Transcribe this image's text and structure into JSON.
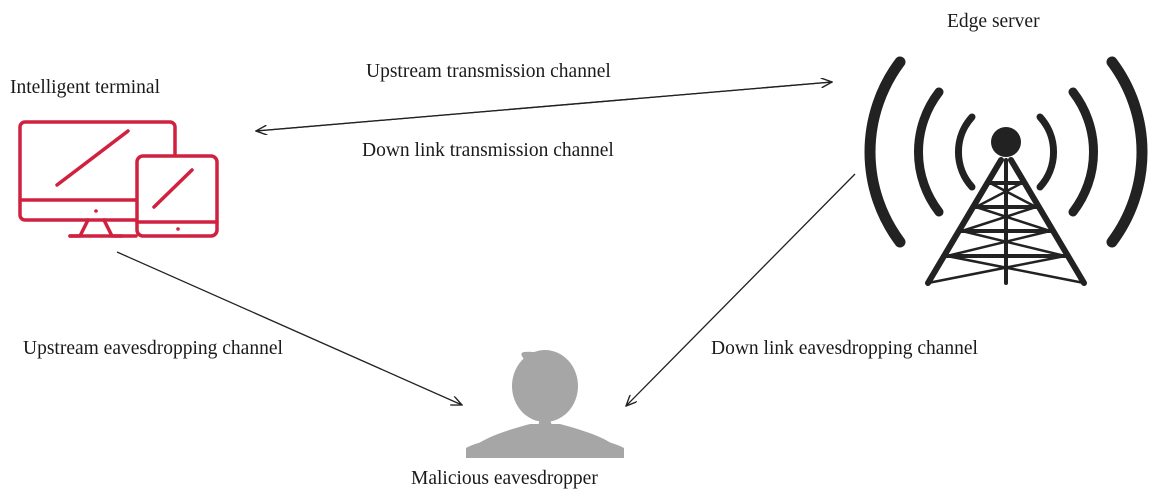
{
  "nodes": {
    "terminal": {
      "label": "Intelligent terminal",
      "icon": "monitor-tablet-icon",
      "color": "#d0213f"
    },
    "server": {
      "label": "Edge server",
      "icon": "radio-tower-icon",
      "color": "#222222"
    },
    "eavesdropper": {
      "label": "Malicious eavesdropper",
      "icon": "person-silhouette-icon",
      "color": "#a6a6a6"
    }
  },
  "channels": {
    "upstream_transmission": "Upstream transmission channel",
    "downlink_transmission": "Down link transmission channel",
    "upstream_eavesdropping": "Upstream eavesdropping channel",
    "downlink_eavesdropping": "Down link eavesdropping channel"
  }
}
